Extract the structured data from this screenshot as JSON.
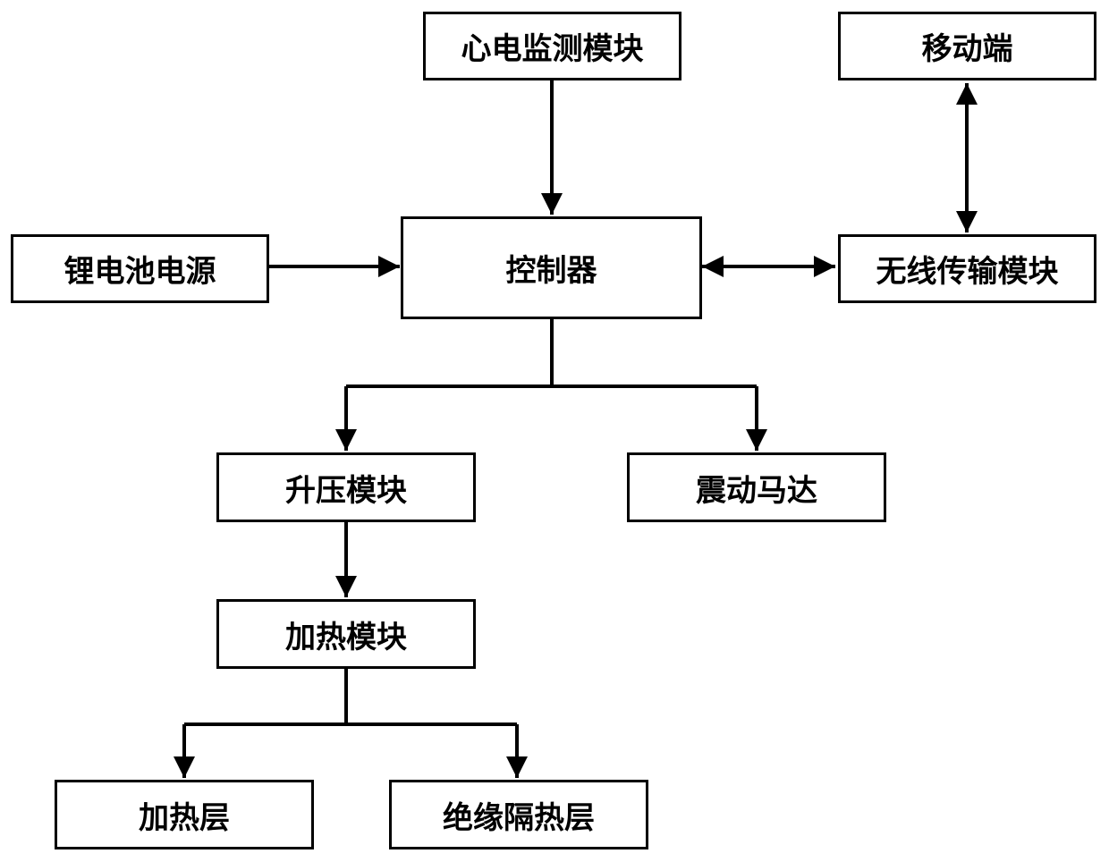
{
  "diagram": {
    "ecg_module": "心电监测模块",
    "mobile": "移动端",
    "battery": "锂电池电源",
    "controller": "控制器",
    "wireless": "无线传输模块",
    "boost": "升压模块",
    "vibration_motor": "震动马达",
    "heating_module": "加热模块",
    "heating_layer": "加热层",
    "insulation_layer": "绝缘隔热层"
  }
}
